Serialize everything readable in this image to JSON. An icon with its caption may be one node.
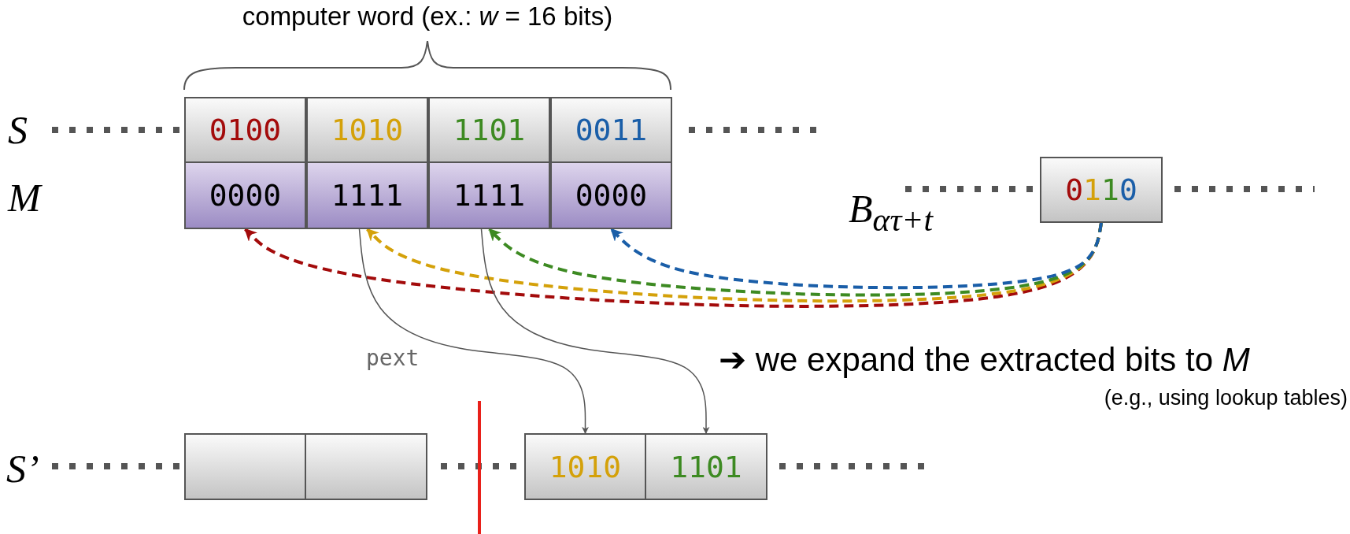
{
  "diagram": {
    "title": "computer word (ex.: *w* = 16 bits)",
    "nodes": [
      {
        "text": [
          "0100"
        ]
      },
      {
        "text": [
          "1010"
        ]
      },
      {
        "text": [
          "1101"
        ]
      },
      {
        "text": [
          "0011"
        ]
      },
      {
        "text": [
          "0000"
        ]
      },
      {
        "text": [
          "1111"
        ]
      },
      {
        "text": [
          "1111"
        ]
      },
      {
        "text": [
          "0000"
        ]
      },
      {
        "text": [
          "0110"
        ]
      },
      {
        "text": [],
        "shape": "box"
      },
      {
        "text": [],
        "shape": "box"
      },
      {
        "text": [
          "1010"
        ]
      },
      {
        "text": [
          "1101"
        ]
      }
    ],
    "edges": [
      {
        "from": 8,
        "to": 4,
        "arrow": "to",
        "style": "dashed",
        "color": "#a30b0b"
      },
      {
        "from": 8,
        "to": 5,
        "arrow": "to",
        "style": "dashed",
        "color": "#d4a10a"
      },
      {
        "from": 8,
        "to": 6,
        "arrow": "to",
        "style": "dashed",
        "color": "#3d8a22"
      },
      {
        "from": 8,
        "to": 7,
        "arrow": "to",
        "style": "dashed",
        "color": "#1a5ea8"
      },
      {
        "from": 5,
        "to": 11,
        "arrow": "to"
      },
      {
        "from": 6,
        "to": 12,
        "arrow": "to"
      }
    ],
    "labels": [
      "S",
      "M",
      "B$_{ατ+t}$",
      "pext",
      "➔ we expand the extracted bits to *M*",
      "(e.g., using lookup tables)",
      "S’"
    ]
  }
}
